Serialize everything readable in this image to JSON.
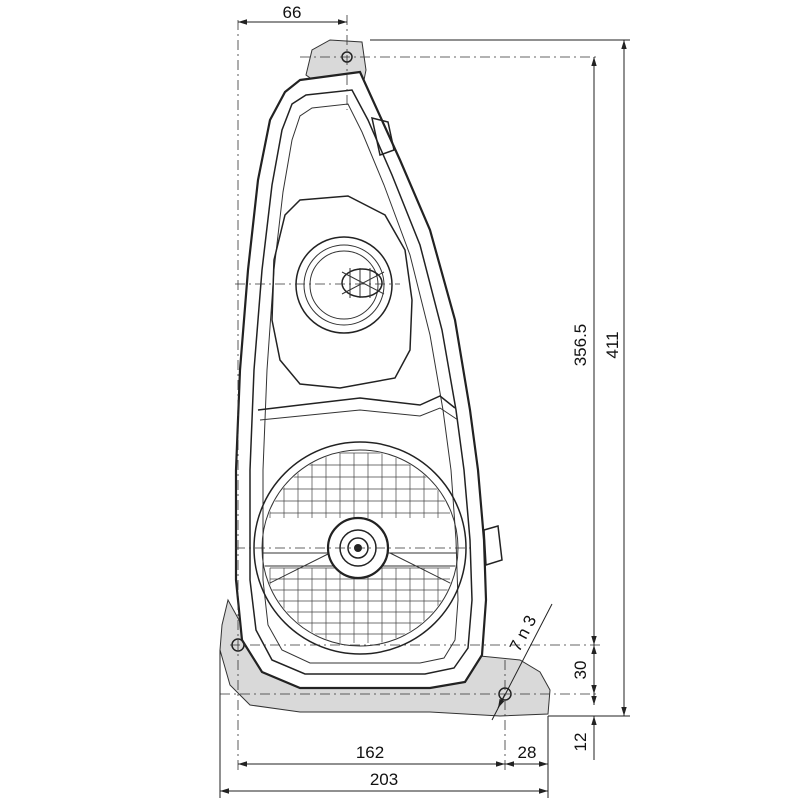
{
  "dimensions": {
    "top_width": "66",
    "lower_height": "356.5",
    "total_height": "411",
    "base_height": "30",
    "bottom_offset": "12",
    "hole_spacing": "162",
    "hole_offset": "28",
    "total_width": "203",
    "hole_spec": "7 n 3"
  }
}
